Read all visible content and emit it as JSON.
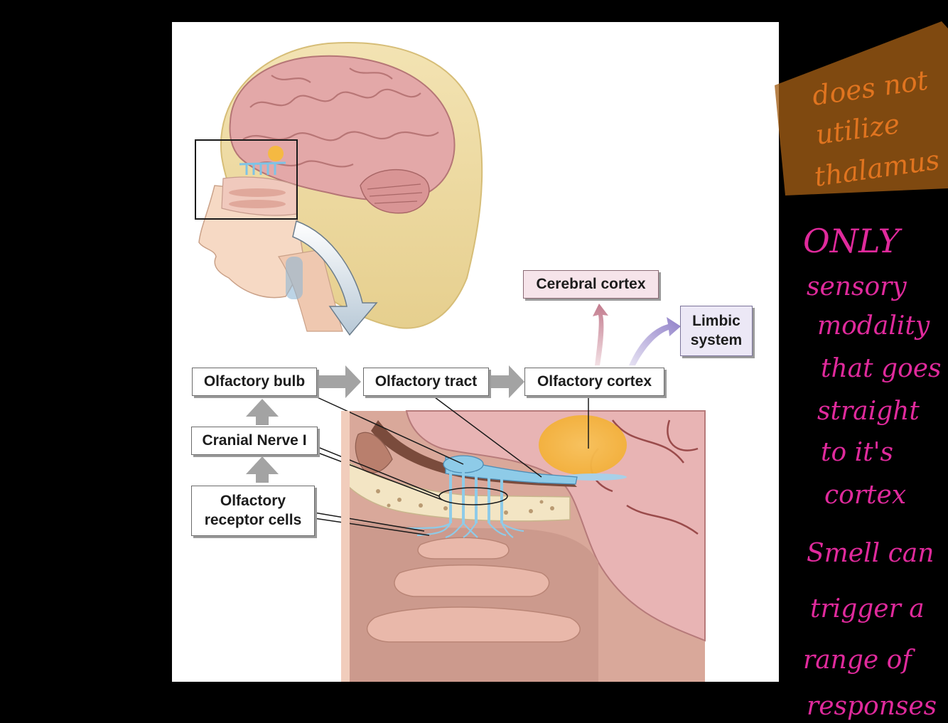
{
  "diagram": {
    "labels": {
      "cerebral_cortex": "Cerebral cortex",
      "limbic_system": "Limbic\nsystem",
      "olfactory_bulb": "Olfactory bulb",
      "olfactory_tract": "Olfactory tract",
      "olfactory_cortex": "Olfactory cortex",
      "cranial_nerve": "Cranial Nerve I",
      "receptor_cells": "Olfactory\nreceptor cells"
    }
  },
  "annotations": {
    "note_thalamus": [
      "does not",
      "utilize",
      "thalamus"
    ],
    "note_sensory": [
      "ONLY",
      "sensory",
      "modality",
      "that goes",
      "straight",
      "to it's",
      "cortex"
    ],
    "note_smell": [
      "Smell can",
      "trigger a",
      "range of",
      "responses"
    ]
  },
  "colors": {
    "background": "#000000",
    "panel": "#ffffff",
    "brain": "#e3a8a8",
    "tissue": "#d9a89a",
    "nerve": "#8ecbe8",
    "bulb_highlight": "#f5b942",
    "highlight_marker": "#b86a14",
    "orange_ink": "#e0741f",
    "magenta_ink": "#e02a9c"
  }
}
